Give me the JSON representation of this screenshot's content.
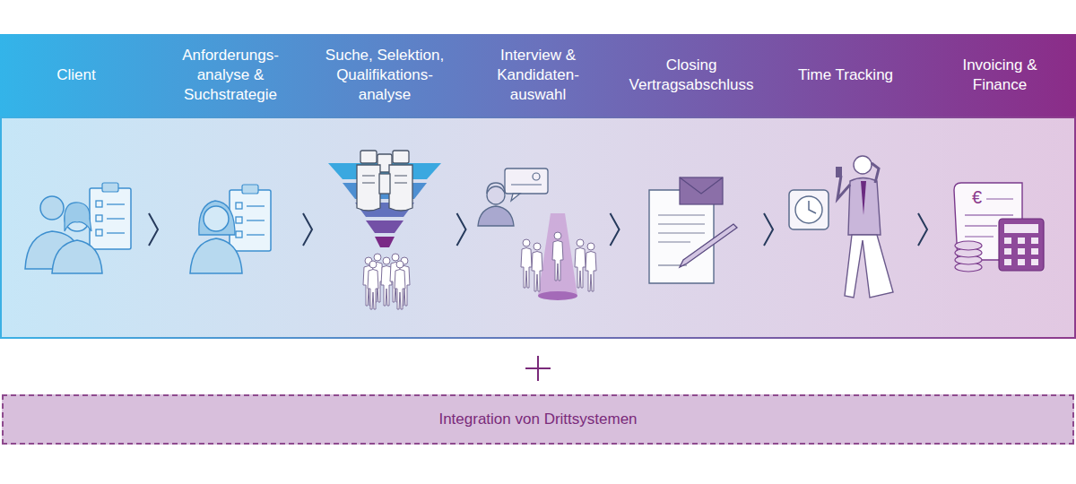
{
  "diagram": {
    "nodes": [
      {
        "text": [
          "Client"
        ]
      },
      {
        "text": [
          "Anforderungs- analyse & Suchstrategie"
        ]
      },
      {
        "text": [
          "Suche, Selektion, Qualifikations- analyse"
        ]
      },
      {
        "text": [
          "Interview & Kandidaten- auswahl"
        ]
      },
      {
        "text": [
          "Closing Vertragsabschluss"
        ]
      },
      {
        "text": [
          "Time Tracking"
        ]
      },
      {
        "text": [
          "Invoicing & Finance"
        ]
      },
      {
        "text": [
          "Integration von Drittsystemen"
        ]
      }
    ],
    "edges": [
      {
        "from": 0,
        "to": 1,
        "arrow": "to"
      },
      {
        "from": 1,
        "to": 2,
        "arrow": "to"
      },
      {
        "from": 2,
        "to": 3,
        "arrow": "to"
      },
      {
        "from": 3,
        "to": 4,
        "arrow": "to"
      },
      {
        "from": 4,
        "to": 5,
        "arrow": "to"
      },
      {
        "from": 5,
        "to": 6,
        "arrow": "to"
      }
    ],
    "labels": [
      "€"
    ]
  }
}
